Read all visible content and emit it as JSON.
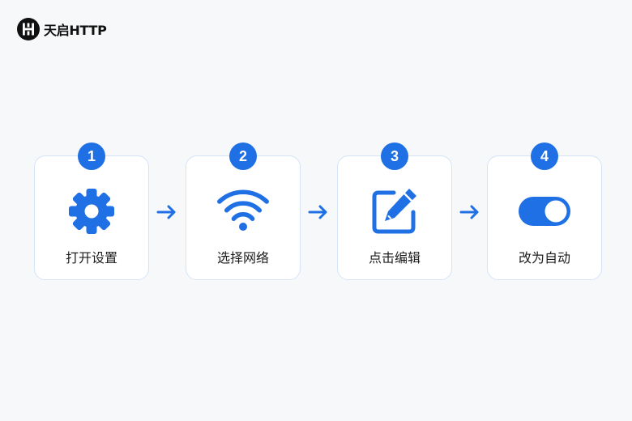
{
  "brand": {
    "name": "天启HTTP",
    "logo_icon": "tianqi-logo-icon"
  },
  "accent_color": "#1f6fe5",
  "card_border_color": "#d4e3f8",
  "steps": [
    {
      "number": "1",
      "label": "打开设置",
      "icon": "gear-icon"
    },
    {
      "number": "2",
      "label": "选择网络",
      "icon": "wifi-icon"
    },
    {
      "number": "3",
      "label": "点击编辑",
      "icon": "edit-icon"
    },
    {
      "number": "4",
      "label": "改为自动",
      "icon": "toggle-icon"
    }
  ]
}
